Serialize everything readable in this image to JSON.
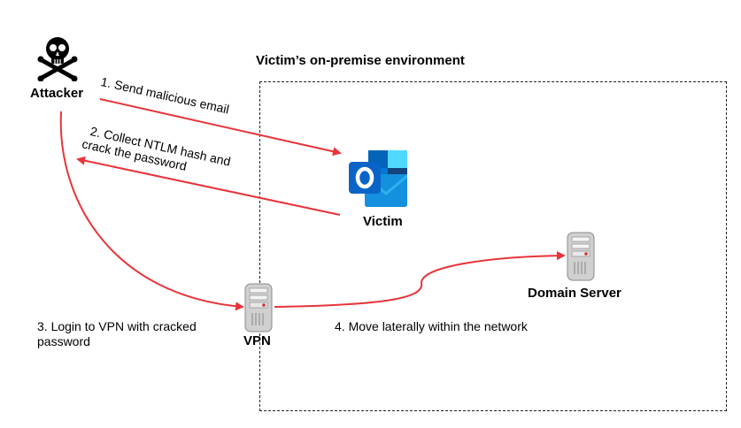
{
  "environment": {
    "title": "Victim’s on-premise environment"
  },
  "nodes": {
    "attacker": {
      "label": "Attacker",
      "icon": "skull-crossbones-icon"
    },
    "victim": {
      "label": "Victim",
      "icon": "outlook-icon"
    },
    "vpn": {
      "label": "VPN",
      "icon": "server-icon"
    },
    "domain_server": {
      "label": "Domain Server",
      "icon": "server-icon"
    }
  },
  "steps": {
    "step1": "1. Send malicious email",
    "step2_line1": "2. Collect NTLM hash and",
    "step2_line2": "crack the password",
    "step3_line1": "3. Login to VPN with cracked",
    "step3_line2": "password",
    "step4": "4. Move laterally within the network"
  },
  "colors": {
    "arrow": "#e8343a",
    "outlook_blue": "#0a64c8",
    "outlook_light": "#28a8ea",
    "server_gray": "#c8c8c8"
  }
}
